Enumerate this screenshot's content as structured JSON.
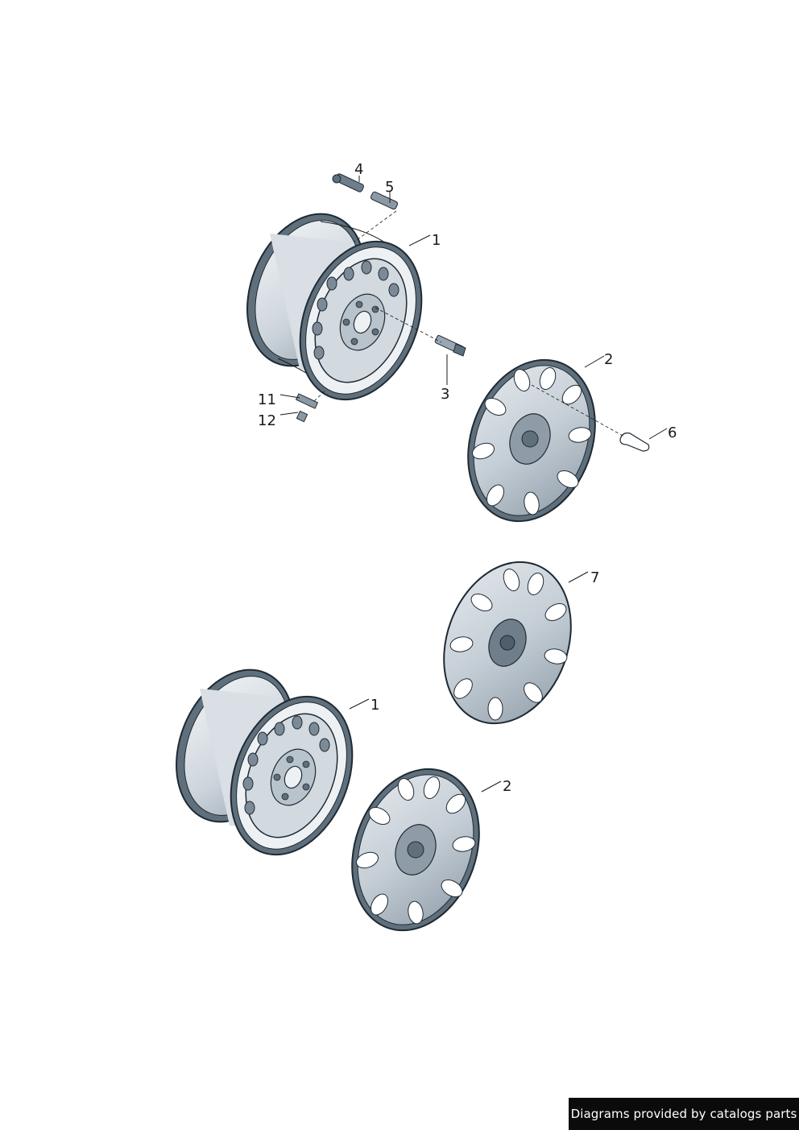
{
  "callouts": {
    "c1a": "1",
    "c2a": "2",
    "c3": "3",
    "c4": "4",
    "c5": "5",
    "c6": "6",
    "c11": "11",
    "c12": "12",
    "c7": "7",
    "c1b": "1",
    "c2b": "2"
  },
  "parts": {
    "wheel_rim": "1",
    "hub_cap": "2",
    "wheel_bolt": "3",
    "tire_valve": "4",
    "valve_cap": "5",
    "removal_hook": "6",
    "full_wheel_cover": "7",
    "balance_weight": "11",
    "balance_weight_small": "12"
  },
  "footer": {
    "banner_text": "Diagrams provided by catalogs parts"
  },
  "colors": {
    "rim_fill": "#cfd6dc",
    "rim_face": "#e4e9ed",
    "rim_dark": "#5f6f7c",
    "outline": "#1f2a33",
    "cover_fill": "#c3ccd4",
    "cover_hub": "#8f9ba6"
  }
}
